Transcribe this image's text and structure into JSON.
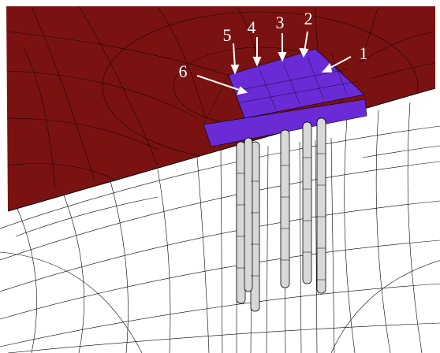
{
  "figure": {
    "labels": [
      "1",
      "2",
      "3",
      "4",
      "5",
      "6"
    ]
  },
  "colors": {
    "surface": "#7b1212",
    "cap": "#6a2ad6",
    "mesh": "#000000",
    "background": "#ffffff",
    "annotation": "#ffffff"
  },
  "icons": {
    "arrow": "arrow-icon"
  }
}
